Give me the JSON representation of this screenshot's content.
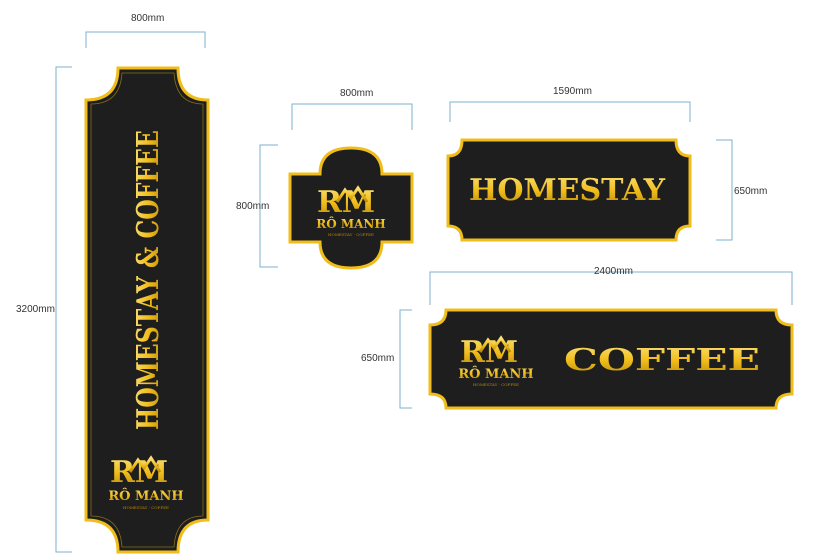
{
  "colors": {
    "board": "#1e1e1e",
    "gold": "#f0bd1a",
    "gold_light": "#f9dc5a",
    "gold_dark": "#b8860b",
    "dimension_line": "#7fb0cf",
    "label": "#333333"
  },
  "dimensions": {
    "vertical_width": "800mm",
    "vertical_height": "3200mm",
    "emblem_width": "800mm",
    "emblem_height": "800mm",
    "homestay_width": "1590mm",
    "homestay_height": "650mm",
    "coffee_width": "2400mm",
    "coffee_height": "650mm"
  },
  "signs": {
    "vertical_text": "HOMESTAY & COFFEE",
    "homestay_text": "HOMESTAY",
    "coffee_text": "COFFEE"
  },
  "logo": {
    "mark": "RM",
    "brand": "RÔ MANH",
    "tagline": "HOMESTAY · COFFEE",
    "icon": "roof-mountain-icon"
  }
}
